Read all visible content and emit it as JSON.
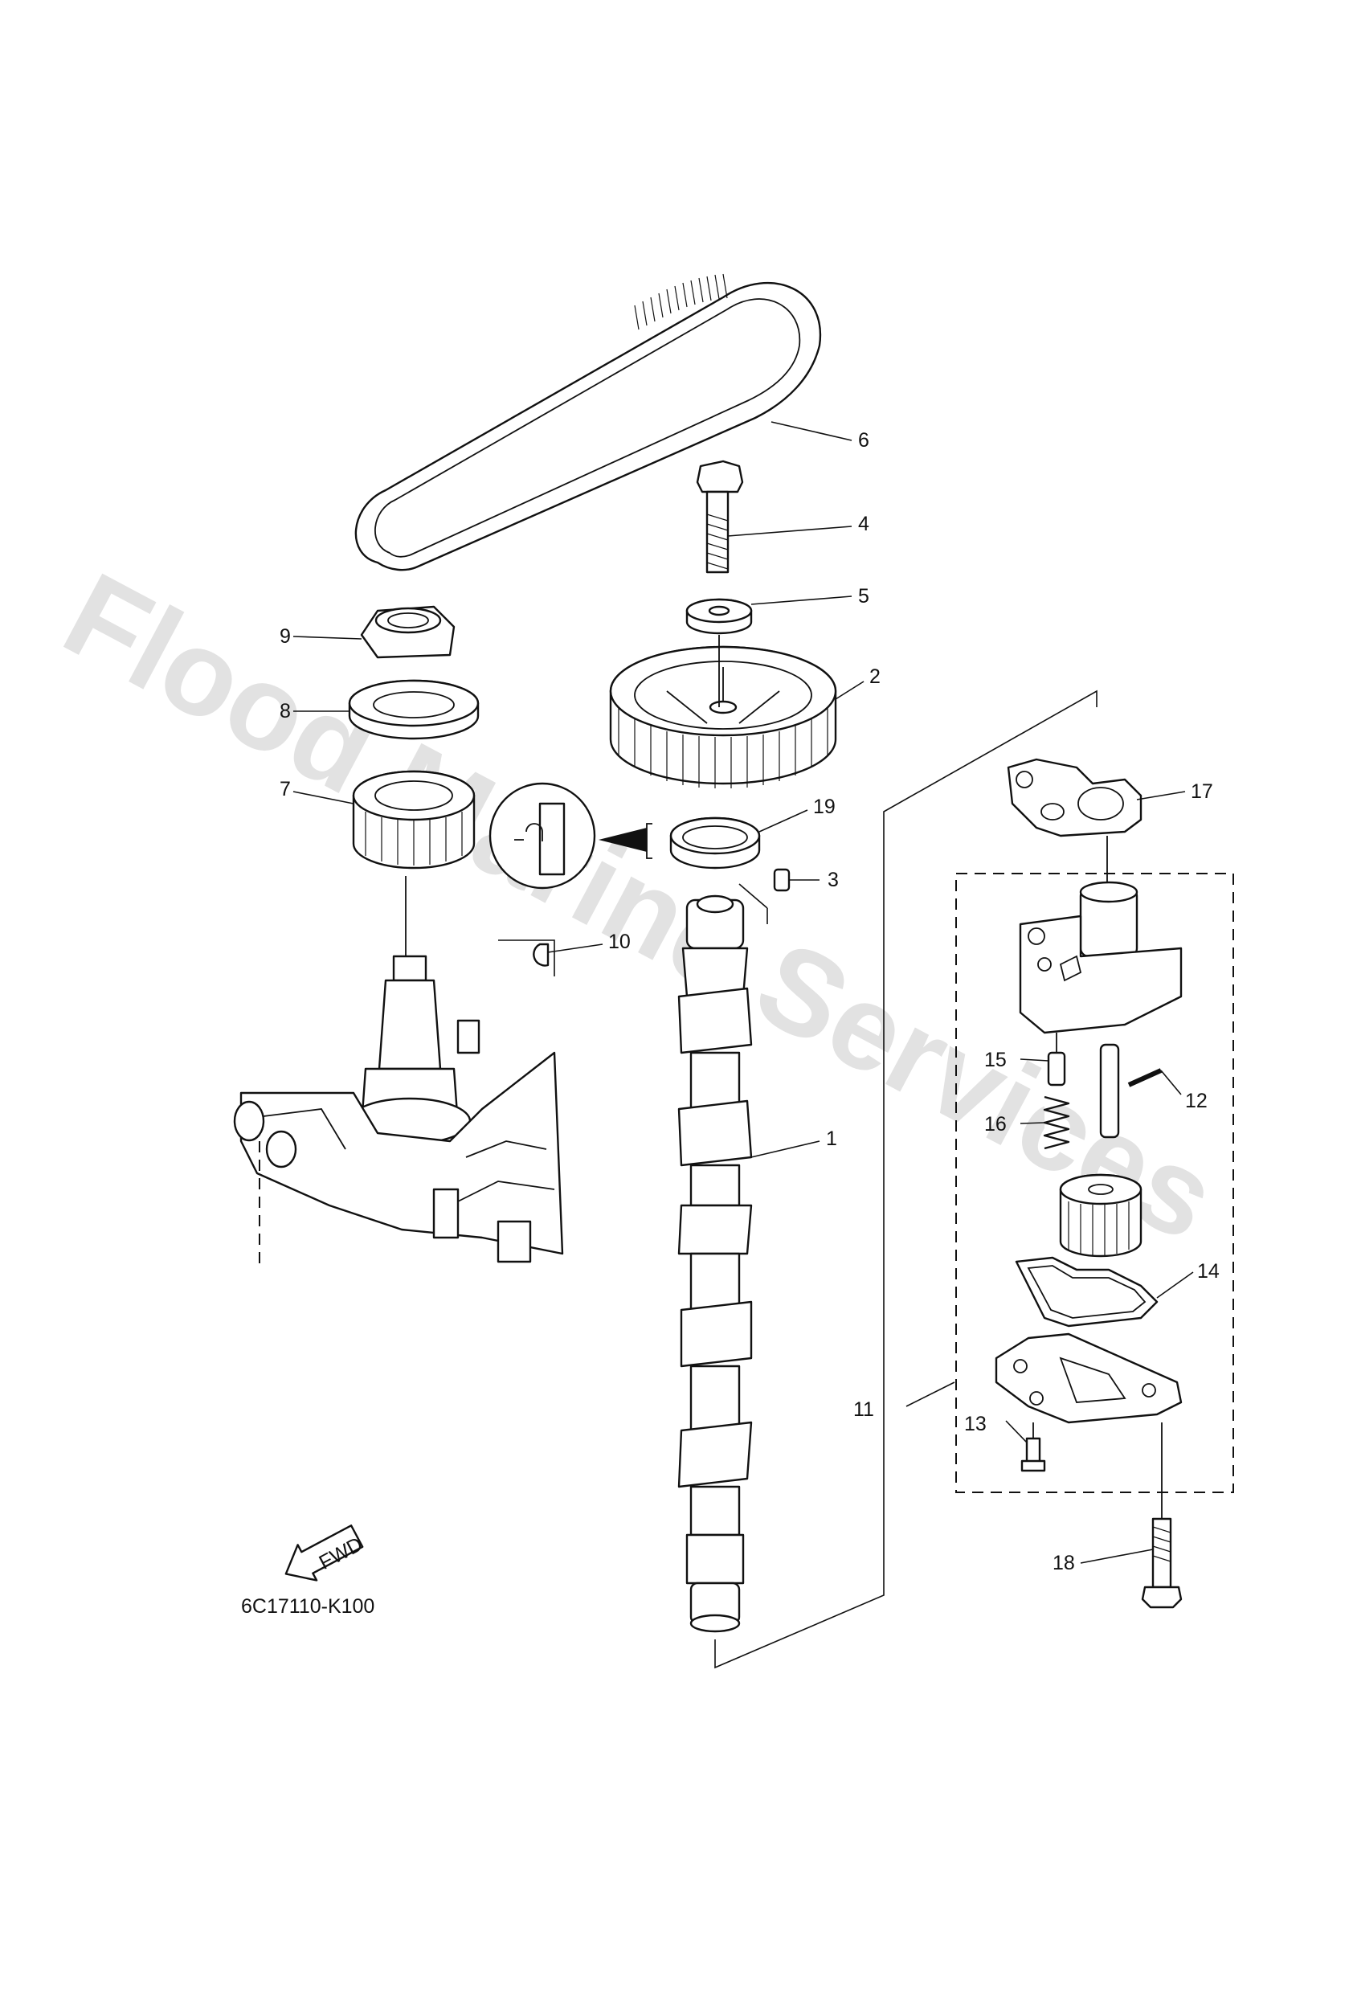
{
  "watermark": "Flood Marine Services",
  "drawing_code": "6C17110-K100",
  "fwd_label": "FWD",
  "callouts": {
    "c1": "1",
    "c2": "2",
    "c3": "3",
    "c4": "4",
    "c5": "5",
    "c6": "6",
    "c7": "7",
    "c8": "8",
    "c9": "9",
    "c10": "10",
    "c11": "11",
    "c12": "12",
    "c13": "13",
    "c14": "14",
    "c15": "15",
    "c16": "16",
    "c17": "17",
    "c18": "18",
    "c19": "19"
  },
  "colors": {
    "line": "#111111",
    "watermark": "#e2e2e2",
    "background": "#ffffff"
  }
}
